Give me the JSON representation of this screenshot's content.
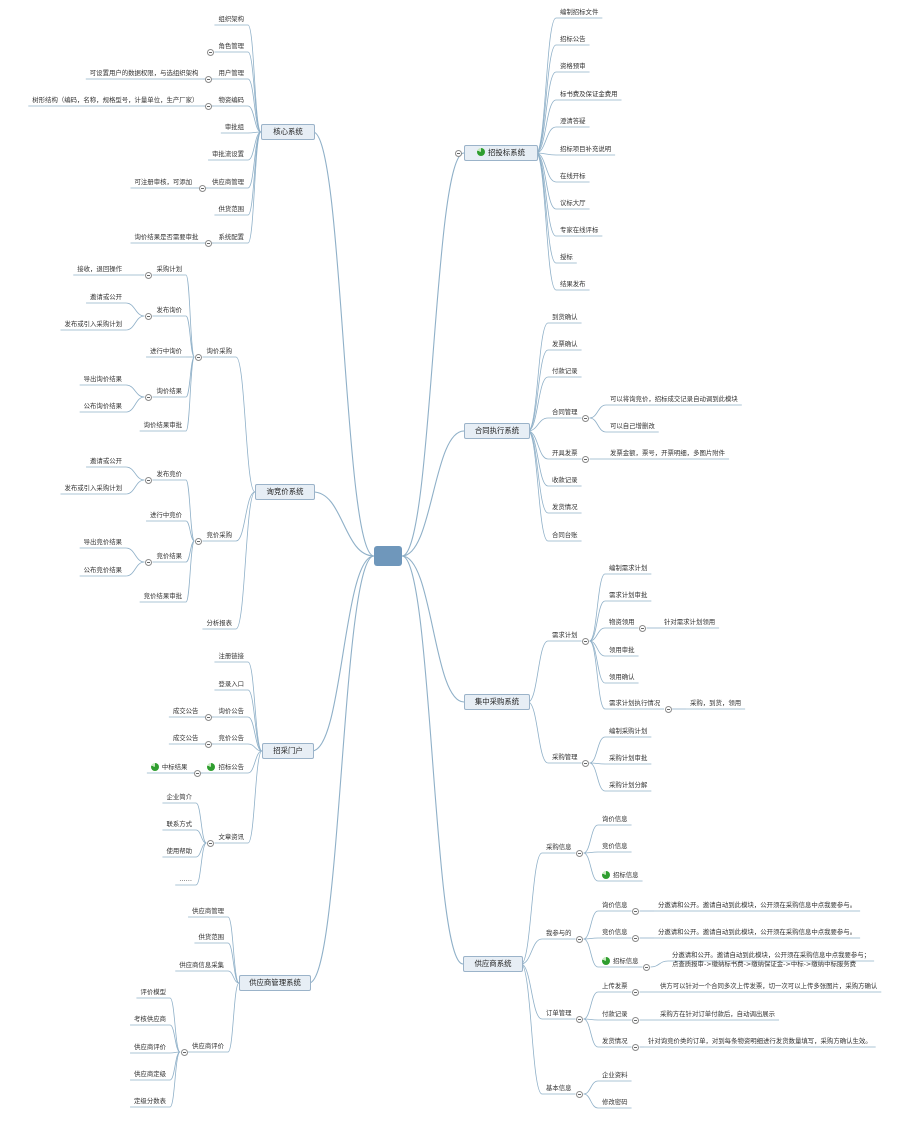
{
  "colors": {
    "line": "#8fb0c8",
    "root": "#6f97bb",
    "l1_bg": "#e7eef5",
    "text": "#333333",
    "progress_icon": "#2f9e2f"
  },
  "icons": {
    "progress": "progress-pie-icon",
    "toggle": "collapse-toggle-icon"
  },
  "topics": [
    {
      "label": "核心系统",
      "children": [
        {
          "label": "组织架构"
        },
        {
          "label": "角色管理",
          "toggle": true
        },
        {
          "label": "用户管理",
          "toggle": true,
          "note": "可设置用户的数据权限，与选组织架构"
        },
        {
          "label": "物资编码",
          "toggle": true,
          "note": "树形结构（编码，名称，规格型号，计量单位，生产厂家）"
        },
        {
          "label": "审批组"
        },
        {
          "label": "审批流设置"
        },
        {
          "label": "供应商管理",
          "toggle": true,
          "note": "可注册审核，可添加"
        },
        {
          "label": "供货范围"
        },
        {
          "label": "系统配置",
          "toggle": true,
          "note": "询价结果是否需要审批"
        }
      ]
    },
    {
      "label": "询竞价系统",
      "children": [
        {
          "label": "询价采购",
          "toggle": true,
          "children": [
            {
              "label": "采购计划",
              "toggle": true,
              "children": [
                {
                  "label": "接收，退回操作"
                }
              ]
            },
            {
              "label": "发布询价",
              "toggle": true,
              "children": [
                {
                  "label": "邀请或公开"
                },
                {
                  "label": "发布或引入采购计划"
                }
              ]
            },
            {
              "label": "进行中询价"
            },
            {
              "label": "询价结果",
              "toggle": true,
              "children": [
                {
                  "label": "导出询价结果"
                },
                {
                  "label": "公布询价结果"
                }
              ]
            },
            {
              "label": "询价结果审批"
            }
          ]
        },
        {
          "label": "竞价采购",
          "toggle": true,
          "children": [
            {
              "label": "发布竞价",
              "toggle": true,
              "children": [
                {
                  "label": "邀请或公开"
                },
                {
                  "label": "发布或引入采购计划"
                }
              ]
            },
            {
              "label": "进行中竞价"
            },
            {
              "label": "竞价结果",
              "toggle": true,
              "children": [
                {
                  "label": "导出竞价结果"
                },
                {
                  "label": "公布竞价结果"
                }
              ]
            },
            {
              "label": "竞价结果审批"
            }
          ]
        },
        {
          "label": "分析报表"
        }
      ]
    },
    {
      "label": "招采门户",
      "children": [
        {
          "label": "注册链接"
        },
        {
          "label": "登录入口"
        },
        {
          "label": "询价公告",
          "toggle": true,
          "note": "成交公告"
        },
        {
          "label": "竞价公告",
          "toggle": true,
          "note": "成交公告"
        },
        {
          "label": "招标公告",
          "toggle": true,
          "icon": true,
          "note": "中标结果",
          "note_icon": true
        },
        {
          "label": "文章资讯",
          "toggle": true,
          "children": [
            {
              "label": "企业简介"
            },
            {
              "label": "联系方式"
            },
            {
              "label": "使用帮助"
            },
            {
              "label": "……"
            }
          ]
        }
      ]
    },
    {
      "label": "供应商管理系统",
      "children": [
        {
          "label": "供应商管理"
        },
        {
          "label": "供货范围"
        },
        {
          "label": "供应商信息采集"
        },
        {
          "label": "供应商评价",
          "toggle": true,
          "children": [
            {
              "label": "评价模型"
            },
            {
              "label": "考核供应商"
            },
            {
              "label": "供应商评价"
            },
            {
              "label": "供应商定级"
            },
            {
              "label": "定级分数表"
            }
          ]
        }
      ]
    },
    {
      "label": "招投标系统",
      "icon": true,
      "toggle": true,
      "children": [
        {
          "label": "编制招标文件"
        },
        {
          "label": "招标公告"
        },
        {
          "label": "资格预审"
        },
        {
          "label": "标书费及保证金费用"
        },
        {
          "label": "澄清答疑"
        },
        {
          "label": "招标项目补充说明"
        },
        {
          "label": "在线开标"
        },
        {
          "label": "议标大厅"
        },
        {
          "label": "专家在线评标"
        },
        {
          "label": "授标"
        },
        {
          "label": "结果发布"
        }
      ]
    },
    {
      "label": "合同执行系统",
      "children": [
        {
          "label": "到货确认"
        },
        {
          "label": "发票确认"
        },
        {
          "label": "付款记录"
        },
        {
          "label": "合同管理",
          "toggle": true,
          "children": [
            {
              "label": "可以将询竞价，招标成交记录自动调到此模块"
            },
            {
              "label": "可以自己增删改"
            }
          ]
        },
        {
          "label": "开具发票",
          "toggle": true,
          "children": [
            {
              "label": "发票金额，票号，开票明细，多图片附件"
            }
          ]
        },
        {
          "label": "收款记录"
        },
        {
          "label": "发货情况"
        },
        {
          "label": "合同台账"
        }
      ]
    },
    {
      "label": "集中采购系统",
      "children": [
        {
          "label": "需求计划",
          "toggle": true,
          "children": [
            {
              "label": "编制需求计划"
            },
            {
              "label": "需求计划审批"
            },
            {
              "label": "物资领用",
              "toggle": true,
              "children": [
                {
                  "label": "针对需求计划领用"
                }
              ]
            },
            {
              "label": "领用审批"
            },
            {
              "label": "领用确认"
            },
            {
              "label": "需求计划执行情况",
              "toggle": true,
              "children": [
                {
                  "label": "采购，到货，领用"
                }
              ]
            }
          ]
        },
        {
          "label": "采购管理",
          "toggle": true,
          "children": [
            {
              "label": "编制采购计划"
            },
            {
              "label": "采购计划审批"
            },
            {
              "label": "采购计划分解"
            }
          ]
        }
      ]
    },
    {
      "label": "供应商系统",
      "children": [
        {
          "label": "采购信息",
          "toggle": true,
          "children": [
            {
              "label": "询价信息"
            },
            {
              "label": "竞价信息"
            },
            {
              "label": "招标信息",
              "icon": true
            }
          ]
        },
        {
          "label": "我参与的",
          "toggle": true,
          "children": [
            {
              "label": "询价信息",
              "toggle": true,
              "children": [
                {
                  "label": "分邀请和公开。邀请自动到此模块，公开须在采购信息中点我要参与。"
                }
              ]
            },
            {
              "label": "竞价信息",
              "toggle": true,
              "children": [
                {
                  "label": "分邀请和公开。邀请自动到此模块，公开须在采购信息中点我要参与。"
                }
              ]
            },
            {
              "label": "招标信息",
              "toggle": true,
              "icon": true,
              "children": [
                {
                  "label": "分邀请和公开。邀请自动到此模块，公开须在采购信息中点我要参与；",
                  "label2": "点查质报审->缴纳标书费->缴纳保证金->中标->缴纳中标服务费"
                }
              ]
            }
          ]
        },
        {
          "label": "订单管理",
          "toggle": true,
          "children": [
            {
              "label": "上传发票",
              "toggle": true,
              "children": [
                {
                  "label": "供方可以针对一个合同多次上传发票，切一次可以上传多张图片，采购方确认"
                }
              ]
            },
            {
              "label": "付款记录",
              "toggle": true,
              "children": [
                {
                  "label": "采购方在针对订单付款后，自动调出展示"
                }
              ]
            },
            {
              "label": "发货情况",
              "toggle": true,
              "children": [
                {
                  "label": "针对询竞价类的订单，对到每条物资明细进行发货数量填写，采购方确认生效。"
                }
              ]
            }
          ]
        },
        {
          "label": "基本信息",
          "toggle": true,
          "children": [
            {
              "label": "企业资料"
            },
            {
              "label": "修改密码"
            }
          ]
        }
      ]
    }
  ]
}
